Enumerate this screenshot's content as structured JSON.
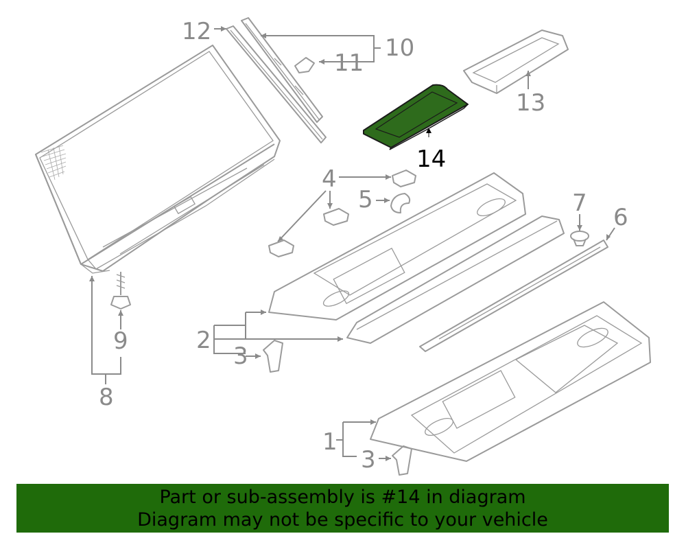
{
  "callouts": {
    "c1": "1",
    "c2": "2",
    "c3a": "3",
    "c3b": "3",
    "c4": "4",
    "c5": "5",
    "c6": "6",
    "c7": "7",
    "c8": "8",
    "c9": "9",
    "c10": "10",
    "c11": "11",
    "c12": "12",
    "c13": "13",
    "c14": "14"
  },
  "highlighted_part": "14",
  "colors": {
    "highlight_fill": "#2e6b1c",
    "banner_background": "#1f6b0a",
    "line_art": "#9a9a9a"
  },
  "banner": {
    "line1": "Part or sub-assembly is #14 in diagram",
    "line2": "Diagram may not be specific to your vehicle"
  }
}
